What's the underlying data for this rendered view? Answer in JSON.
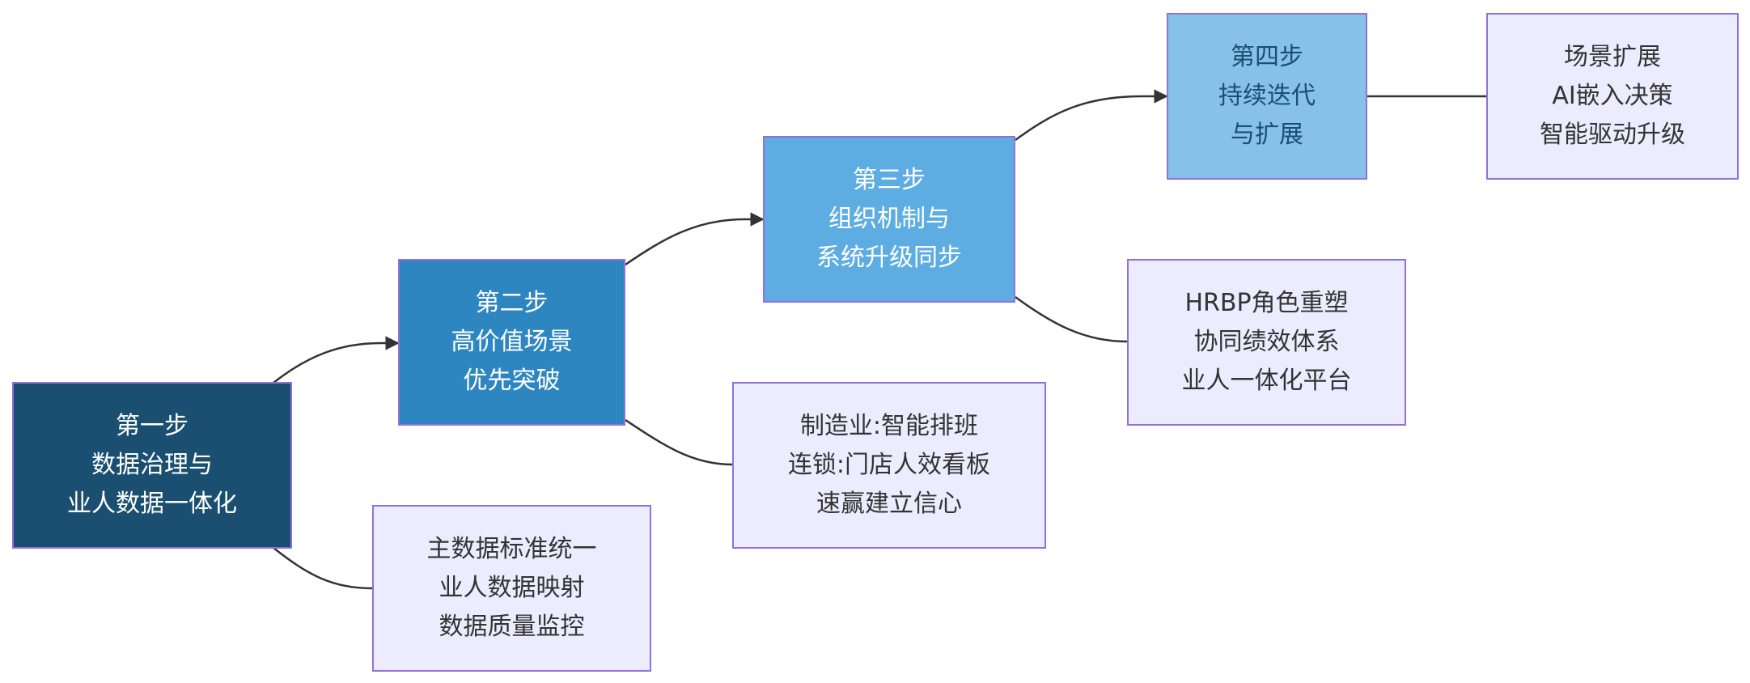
{
  "steps": [
    {
      "id": "step1",
      "lines": [
        "第一步",
        "数据治理与",
        "业人数据一体化"
      ]
    },
    {
      "id": "step2",
      "lines": [
        "第二步",
        "高价值场景",
        "优先突破"
      ]
    },
    {
      "id": "step3",
      "lines": [
        "第三步",
        "组织机制与",
        "系统升级同步"
      ]
    },
    {
      "id": "step4",
      "lines": [
        "第四步",
        "持续迭代",
        "与扩展"
      ]
    }
  ],
  "notes": [
    {
      "id": "note1",
      "lines": [
        "主数据标准统一",
        "业人数据映射",
        "数据质量监控"
      ]
    },
    {
      "id": "note2",
      "lines": [
        "制造业:智能排班",
        "连锁:门店人效看板",
        "速赢建立信心"
      ]
    },
    {
      "id": "note3",
      "lines": [
        "HRBP角色重塑",
        "协同绩效体系",
        "业人一体化平台"
      ]
    },
    {
      "id": "note4",
      "lines": [
        "场景扩展",
        "AI嵌入决策",
        "智能驱动升级"
      ]
    }
  ],
  "edges": [
    {
      "from": "step1",
      "to": "step2",
      "arrow": true
    },
    {
      "from": "step2",
      "to": "step3",
      "arrow": true
    },
    {
      "from": "step3",
      "to": "step4",
      "arrow": true
    },
    {
      "from": "step1",
      "to": "note1",
      "arrow": false
    },
    {
      "from": "step2",
      "to": "note2",
      "arrow": false
    },
    {
      "from": "step3",
      "to": "note3",
      "arrow": false
    },
    {
      "from": "step4",
      "to": "note4",
      "arrow": false
    }
  ],
  "colors": {
    "step1": "#1a4f72",
    "step2": "#2e86c1",
    "step3": "#5dade2",
    "step4": "#85c1e9",
    "note": "#ececff",
    "border": "#9370db",
    "edge": "#333333"
  }
}
